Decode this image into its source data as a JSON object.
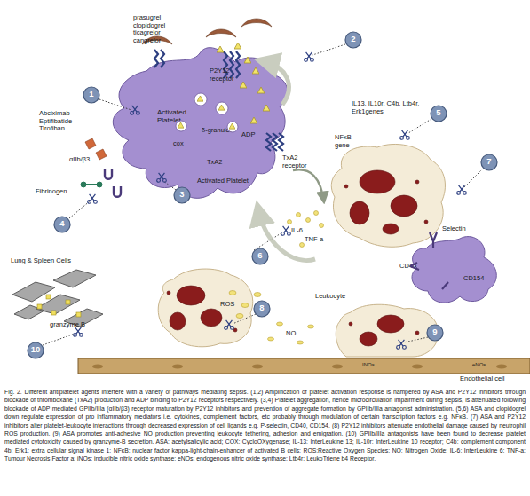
{
  "diagram": {
    "caption": "Fig. 2. Different antiplatelet agents interfere with a variety of pathways mediating sepsis. (1,2) Amplification of platelet activation response is hampered by ASA and P2Y12 inhibitors through blockade of thromboxane (TxA2) production and ADP binding to P2Y12 receptors respectively. (3,4) Platelet aggregation, hence microcirculation impairment during sepsis, is attenuated following blockade of ADP mediated GPIIb/IIIa (αIIb/β3) receptor maturation by P2Y12 inhibitors and prevention of aggregate formation by GPIIb/IIIa antagonist administration. (5,6) ASA and clopidogrel down regulate expression of pro inflammatory mediators i.e. cytokines, complement factors, etc probably through modulation of certain transcription factors e.g. NFκB. (7) ASA and P2Y12 inhibitors alter platelet-leukocyte interactions through decreased expression of cell ligands e.g. P-selectin, CD40, CD154. (8) P2Y12 inhibitors attenuate endothelial damage caused by neutrophil ROS production. (9) ASA promotes anti-adhesive NO production preventing leukocyte tethering, adhesion and emigration. (10) GPIIb/IIIa antagonists have been found to decrease platelet mediated cytotoxicity caused by granzyme-B secretion. ASA: acetylsalicylic acid; COX: CycloOXygenase; IL-13: InterLeukine 13; IL-10r: InterLeukine 10 receptor; C4b: complement component 4b; Erk1: extra cellular signal kinase 1; NFκB: nuclear factor kappa-light-chain-enhancer of activated B cells; ROS:Reactive Oxygen Species; NO: Nitrogen Oxide; IL-6: InterLeukine 6; TNF-a: Tumour Necrosis Factor a; iNOs: inducible nitric oxide synthase; eNOs: endogenous nitric oxide synthase; Ltb4r: LeukoTriene b4 Receptor.",
    "nodes": [
      {
        "text": [
          "Activated Platelet",
          "cox",
          "δ-granules",
          "TxA2"
        ]
      },
      {
        "text": [
          "NFκB gene"
        ]
      },
      {
        "text": [
          "Selectin",
          "CD40",
          "CD154"
        ]
      },
      {
        "text": [
          "ROS"
        ]
      },
      {
        "text": [
          "Leukocyte"
        ]
      },
      {
        "text": [
          "Lung & Spleen Cells"
        ]
      },
      {
        "text": [
          "INOs",
          "eNOs",
          "Endothelial cell"
        ]
      },
      {
        "text": [
          "1"
        ]
      },
      {
        "text": [
          "2"
        ]
      },
      {
        "text": [
          "3"
        ]
      },
      {
        "text": [
          "4"
        ]
      },
      {
        "text": [
          "5"
        ]
      },
      {
        "text": [
          "6"
        ]
      },
      {
        "text": [
          "7"
        ]
      },
      {
        "text": [
          "8"
        ]
      },
      {
        "text": [
          "9"
        ]
      },
      {
        "text": [
          "10"
        ]
      }
    ],
    "edges": [
      {
        "from": 0,
        "to": 1,
        "arrow": "to"
      }
    ],
    "labels": [
      "prasugrel clopidogrel ticagrelor cangrelor",
      "P2Y12 receptor",
      "Abciximab Eptifibatide Tirofiban",
      "αIIb/β3",
      "Fibrinogen",
      "ADP",
      "TxA2 receptor",
      "Activated Platelet",
      "IL13, IL10r, C4b, Ltb4r, Erk1genes",
      "IL-6",
      "TNF-a",
      "NO",
      "granzyme B"
    ]
  }
}
